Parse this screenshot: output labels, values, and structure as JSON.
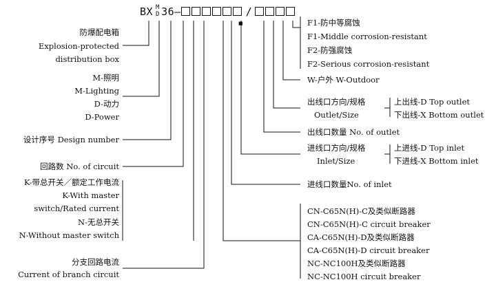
{
  "model": {
    "prefix": "BX",
    "sup_top": "M",
    "sup_bottom": "D",
    "series": "36",
    "dash": "—",
    "slash": "/",
    "dot": "■"
  },
  "left": {
    "explosion": [
      "防爆配电箱",
      "Explosion-protected",
      "distribution box"
    ],
    "lighting": [
      "M-照明",
      "M-Lighting",
      "D-动力",
      "D-Power"
    ],
    "design": "设计序号 Design number",
    "circuit": "回路数 No. of circuit",
    "master": [
      "K-带总开关／额定工作电流",
      "K-With master",
      "switch/Rated current",
      "N-无总开关",
      "N-Without master switch"
    ],
    "branch": [
      "分支回路电流",
      "Current of branch circuit"
    ]
  },
  "right": {
    "corrosion": [
      "F1-防中等腐蚀",
      "F1-Middle corrosion-resistant",
      "F2-防强腐蚀",
      "F2-Serious corrosion-resistant"
    ],
    "outdoor": "W-户外 W-Outdoor",
    "outlet_dir": [
      "出线口方向/规格",
      "Outlet/Size"
    ],
    "outlet_opts": [
      "上出线-D Top outlet",
      "下出线-X Bottom outlet"
    ],
    "outlet_no": "出线口数量 No. of outlet",
    "inlet_dir": [
      "进线口方向/规格",
      "Inlet/Size"
    ],
    "inlet_opts": [
      "上进线-D Top inlet",
      "下进线-X Bottom inlet"
    ],
    "inlet_no": "进线口数量No. of inlet",
    "breakers": [
      "CN-C65N(H)-C及类似断路器",
      "CN-C65N(H)-C circuit breaker",
      "CA-C65N(H)-D及类似断路器",
      "CA-C65N(H)-D circuit breaker",
      "NC-NC100H及类似断路器",
      "NC-NC100H circuit breaker"
    ]
  }
}
